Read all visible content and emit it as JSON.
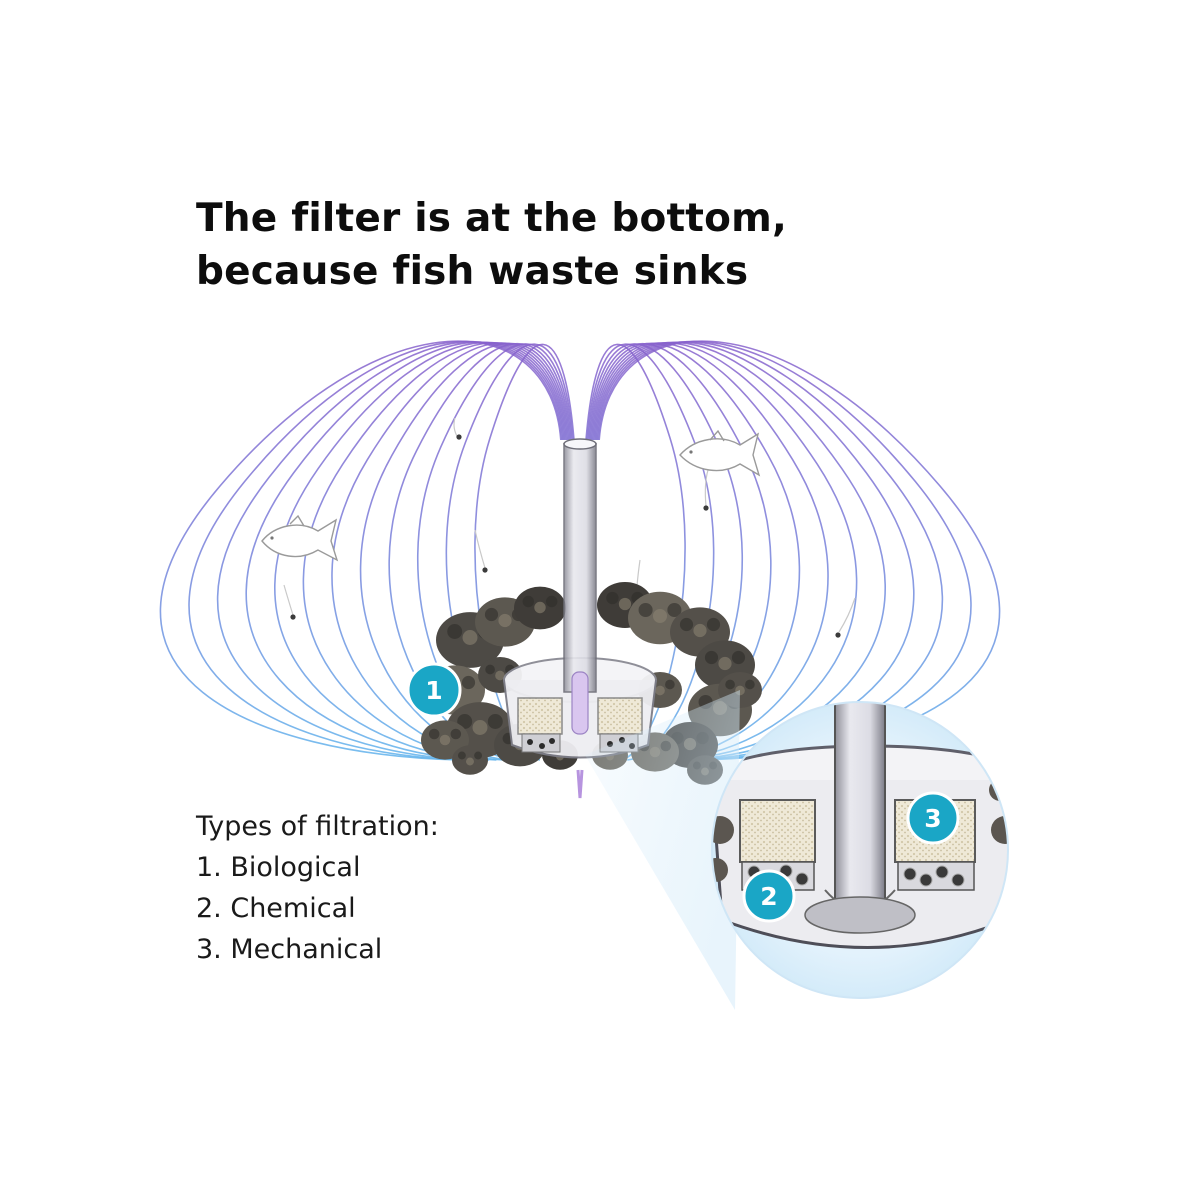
{
  "headline": {
    "line1": "The filter is at the bottom,",
    "line2": "because fish waste sinks"
  },
  "filtration": {
    "heading": "Types of filtration:",
    "items": [
      "1. Biological",
      "2. Chemical",
      "3. Mechanical"
    ]
  },
  "badges": {
    "one": "1",
    "two": "2",
    "three": "3"
  },
  "colors": {
    "flow_top": "#8a5cc9",
    "flow_bottom": "#5fb8ee",
    "badge": "#1aa6c6",
    "zoom_background": "#dff0fb",
    "rock": "#4d4a45"
  },
  "icons": [
    "fish-icon",
    "waste-particle-icon",
    "rock-cluster",
    "filter-cartridge",
    "water-flow-lines"
  ]
}
